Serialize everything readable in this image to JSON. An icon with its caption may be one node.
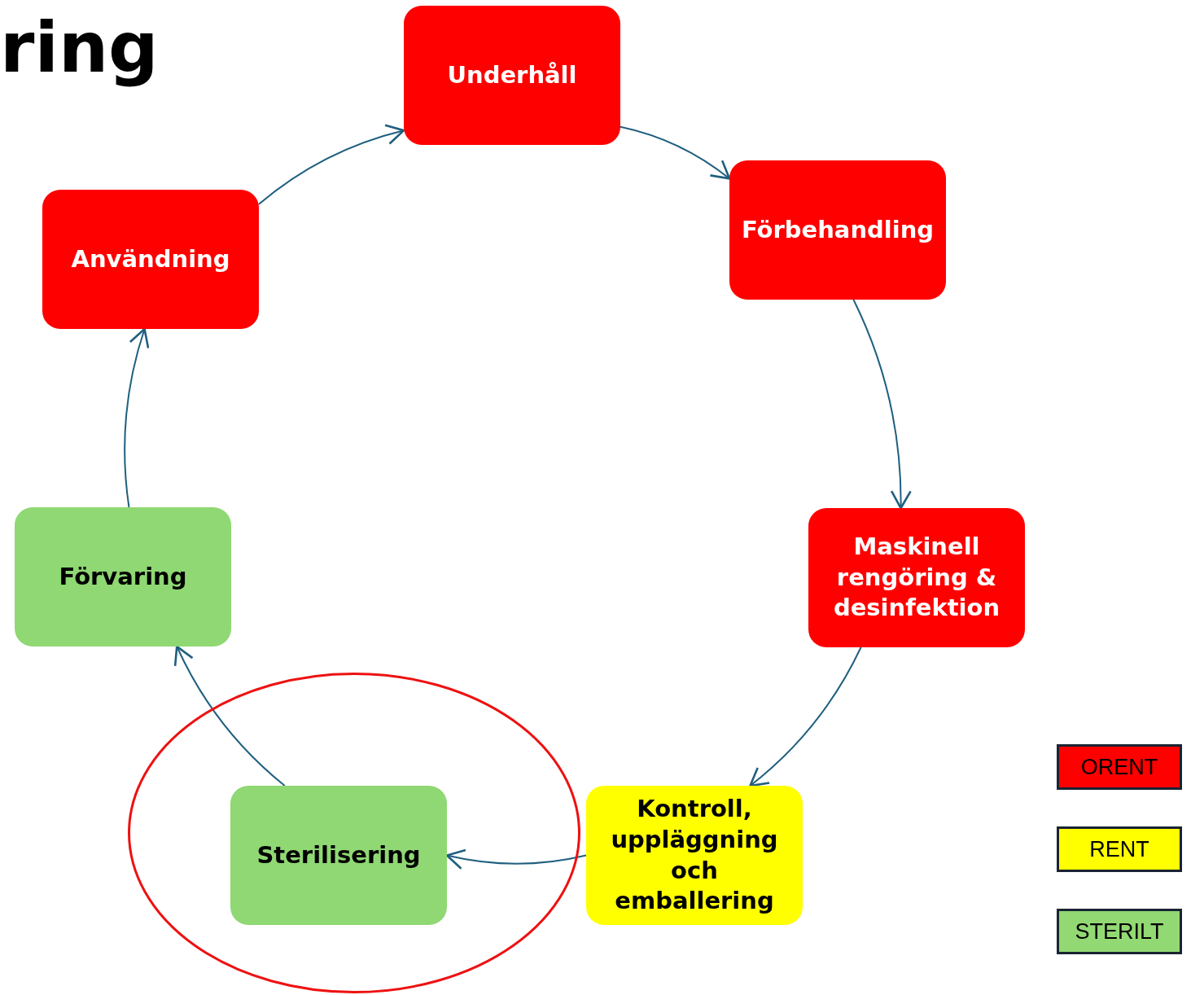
{
  "diagram": {
    "title": "ring",
    "nodes": [
      {
        "text": [
          "Underhåll"
        ]
      },
      {
        "text": [
          "Förbehandling"
        ]
      },
      {
        "text": [
          "Maskinell rengöring & desinfektion"
        ]
      },
      {
        "text": [
          "Kontroll, uppläggning och emballering"
        ]
      },
      {
        "text": [],
        "shape": "circle"
      },
      {
        "text": [
          "Sterilisering"
        ],
        "in": 4
      },
      {
        "text": [
          "Förvaring"
        ]
      },
      {
        "text": [
          "Användning"
        ]
      }
    ],
    "edges": [
      {
        "from": 0,
        "to": 1,
        "arrow": "to"
      },
      {
        "from": 1,
        "to": 2,
        "arrow": "to"
      },
      {
        "from": 2,
        "to": 3,
        "arrow": "to"
      },
      {
        "from": 3,
        "to": 5,
        "arrow": "to"
      },
      {
        "from": 5,
        "to": 6,
        "arrow": "to"
      },
      {
        "from": 6,
        "to": 7,
        "arrow": "to"
      },
      {
        "from": 7,
        "to": 0,
        "arrow": "to"
      }
    ],
    "legend": [
      {
        "text": "ORENT",
        "color": "#ff0000"
      },
      {
        "text": "RENT",
        "color": "#ffff00"
      },
      {
        "text": "STERILT",
        "color": "#92d873"
      }
    ]
  }
}
